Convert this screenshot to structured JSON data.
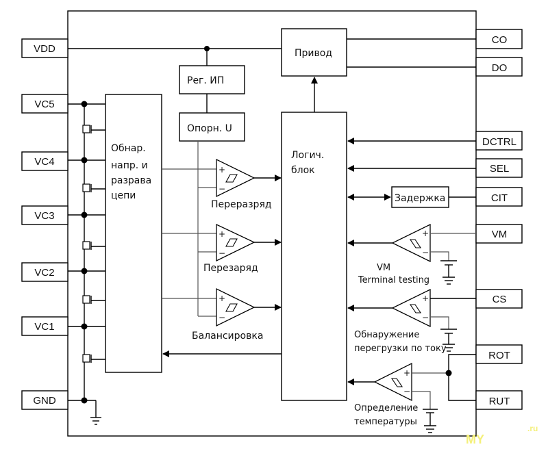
{
  "pins_left": {
    "vdd": "VDD",
    "vc5": "VC5",
    "vc4": "VC4",
    "vc3": "VC3",
    "vc2": "VC2",
    "vc1": "VC1",
    "gnd": "GND"
  },
  "pins_right": {
    "co": "CO",
    "do": "DO",
    "dctrl": "DCTRL",
    "sel": "SEL",
    "cit": "CIT",
    "vm": "VM",
    "cs": "CS",
    "rot": "ROT",
    "rut": "RUT"
  },
  "blocks": {
    "driver": "Привод",
    "regulator": "Рег. ИП",
    "reference": "Опорн. U",
    "logic_line1": "Логич.",
    "logic_line2": "блок",
    "detector_line1": "Обнар.",
    "detector_line2": "напр.  и",
    "detector_line3": "разрава",
    "detector_line4": "цепи",
    "delay": "Задержка"
  },
  "comparators": {
    "overdischarge": "Переразряд",
    "overcharge": "Перезаряд",
    "balancing": "Балансировка",
    "vm_line1": "VM",
    "vm_line2": "Terminal testing",
    "overcurrent_line1": "Обнаружение",
    "overcurrent_line2": "перегрузки по току",
    "temperature_line1": "Определение",
    "temperature_line2": "температуры",
    "plus": "+",
    "minus": "−"
  },
  "watermark": {
    "left": "MY",
    "right": ".ru"
  }
}
